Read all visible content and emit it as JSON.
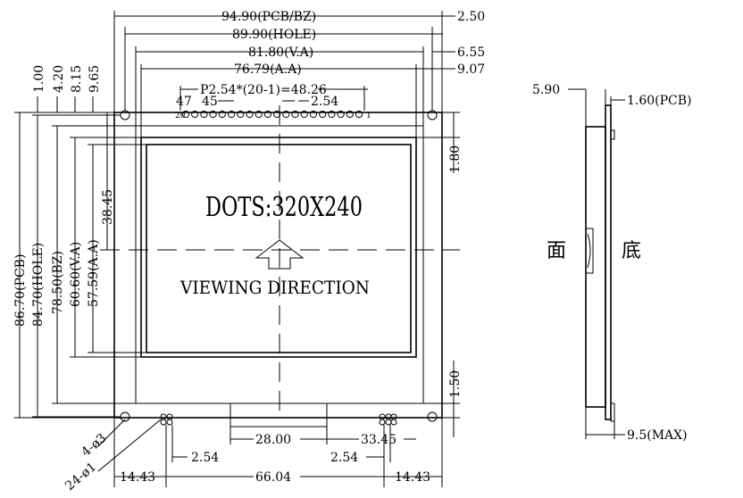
{
  "front_view": {
    "top_dims": {
      "pcb_bz": "94.90(PCB/BZ)",
      "hole": "89.90(HOLE)",
      "va": "81.80(V.A)",
      "aa": "76.79(A.A)",
      "pitch": "P2.54*(20-1)=48.26",
      "right_2_50": "2.50",
      "right_6_55": "6.55",
      "right_9_07": "9.07",
      "pin_47": "47",
      "pin_45": "45",
      "pitch_2_54": "2.54",
      "pin_first": "20",
      "pin_last": "1"
    },
    "left_dims": {
      "d1_00": "1.00",
      "d4_20": "4.20",
      "d8_15": "8.15",
      "d9_65": "9.65",
      "pcb": "86.70(PCB)",
      "hole": "84.70(HOLE)",
      "bz": "78.50(BZ)",
      "va": "60.60(V.A)",
      "aa": "57.59(A.A)",
      "d38_45": "38.45"
    },
    "right_dims": {
      "d1_80": "1.80",
      "d1_50": "1.50"
    },
    "bottom_dims": {
      "hole_dia": "4-ø3",
      "pin_dia": "24-ø1",
      "d14_43_left": "14.43",
      "d2_54_left": "2.54",
      "d28_00": "28.00",
      "d33_45": "33.45",
      "d66_04": "66.04",
      "d2_54_right": "2.54",
      "d14_43_right": "14.43"
    },
    "dots": "DOTS:320X240",
    "viewing": "VIEWING DIRECTION"
  },
  "side_view": {
    "d5_90": "5.90",
    "d1_60": "1.60(PCB)",
    "d9_5": "9.5(MAX)",
    "face": "面",
    "bottom": "底"
  }
}
